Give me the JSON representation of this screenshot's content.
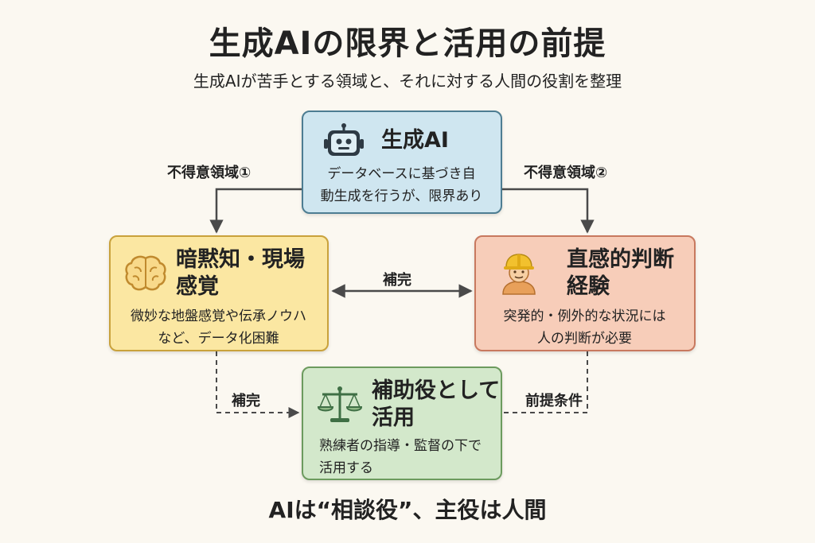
{
  "header": {
    "title": "生成AIの限界と活用の前提",
    "subtitle": "生成AIが苦手とする領域と、それに対する人間の役割を整理"
  },
  "nodes": {
    "ai": {
      "title": "生成AI",
      "desc_line1": "データベースに基づき自",
      "desc_line2": "動生成を行うが、限界あり",
      "icon": "robot-icon"
    },
    "tacit": {
      "title_line1": "暗黙知・現場",
      "title_line2": "感覚",
      "desc_line1": "微妙な地盤感覚や伝承ノウハ",
      "desc_line2": "など、データ化困難",
      "icon": "brain-icon"
    },
    "intuition": {
      "title_line1": "直感的判断",
      "title_line2": "経験",
      "desc_line1": "突発的・例外的な状況には",
      "desc_line2": "人の判断が必要",
      "icon": "worker-helmet-icon"
    },
    "assist": {
      "title_line1": "補助役として",
      "title_line2": "活用",
      "desc_line1": "熟練者の指導・監督の下で",
      "desc_line2": "活用する",
      "icon": "scales-icon"
    }
  },
  "edges": {
    "weak1": "不得意領域①",
    "weak2": "不得意領域②",
    "complement_top": "補完",
    "complement_bottom": "補完",
    "premise": "前提条件"
  },
  "footer": {
    "text": "AIは“相談役”、主役は人間"
  },
  "colors": {
    "ai_fill": "#cfe6f0",
    "tacit_fill": "#fbe7a2",
    "intuition_fill": "#f7cdb9",
    "assist_fill": "#d3e8cb",
    "connector": "#4a4a4a"
  }
}
